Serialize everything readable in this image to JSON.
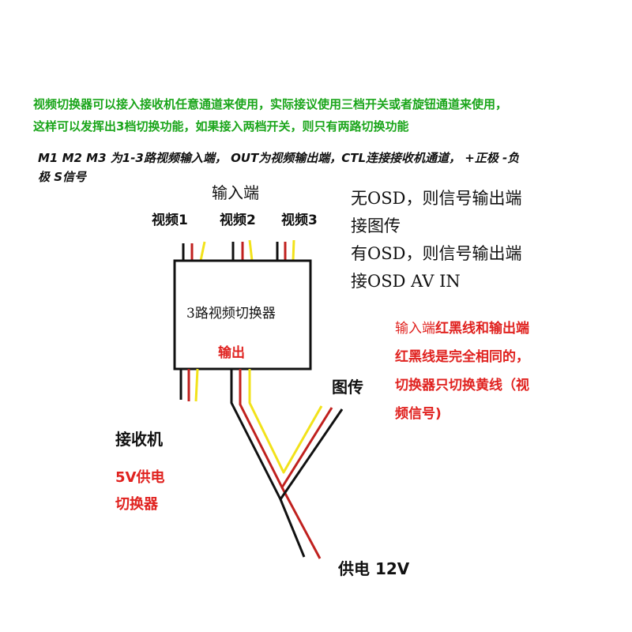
{
  "intro": {
    "line1": "视频切换器可以接入接收机任意通道来使用，实际接议使用三档开关或者旋钮通道来使用，",
    "line2": "这样可以发挥出3档切换功能，如果接入两档开关，则只有两路切换功能"
  },
  "legend": {
    "line1": "M1 M2 M3 为1-3路视频输入端， OUT为视频输出端，CTL连接接收机通道， +正极  -负",
    "line2": "极  S信号"
  },
  "inputs": {
    "title": "输入端",
    "labels": [
      "视频1",
      "视频2",
      "视频3"
    ]
  },
  "osd_notes": [
    "无OSD，则信号输出端",
    "接图传",
    "有OSD，则信号输出端",
    "接OSD AV IN"
  ],
  "switcher": {
    "label": "3路视频切换器",
    "output_label": "输出"
  },
  "note": {
    "line1_plain": "输入端",
    "line1_bold": "红黑线和输出端",
    "line2": "红黑线是完全相同的，",
    "line3": "切换器只切换黄线（视",
    "line4": "频信号)"
  },
  "labels": {
    "vtx": "图传",
    "receiver": "接收机",
    "power_5v": "5V供电",
    "power_5v_target": "切换器",
    "power_12v": "供电 12V"
  },
  "colors": {
    "black_wire": "#111111",
    "red_wire": "#c0201e",
    "yellow_wire": "#f2e21a",
    "green_text": "#1aa51a",
    "red_text": "#e0221f"
  }
}
